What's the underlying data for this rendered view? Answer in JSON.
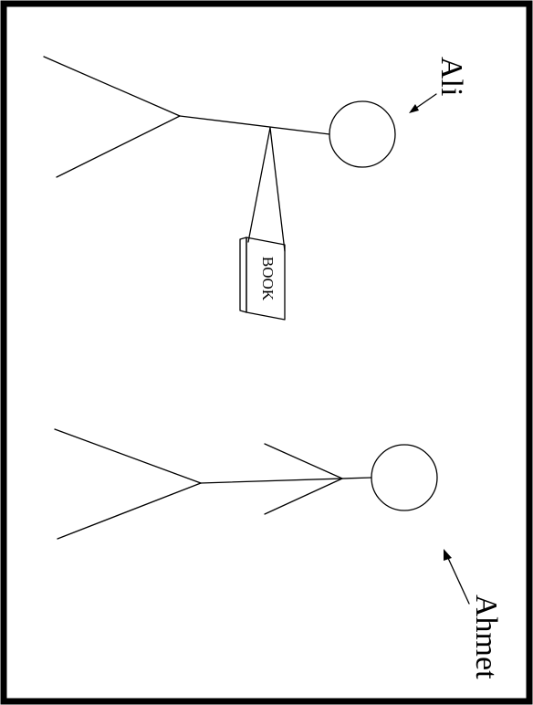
{
  "figures": {
    "ali": {
      "name": "Ali"
    },
    "ahmet": {
      "name": "Ahmet"
    }
  },
  "book": {
    "label": "BOOK"
  }
}
